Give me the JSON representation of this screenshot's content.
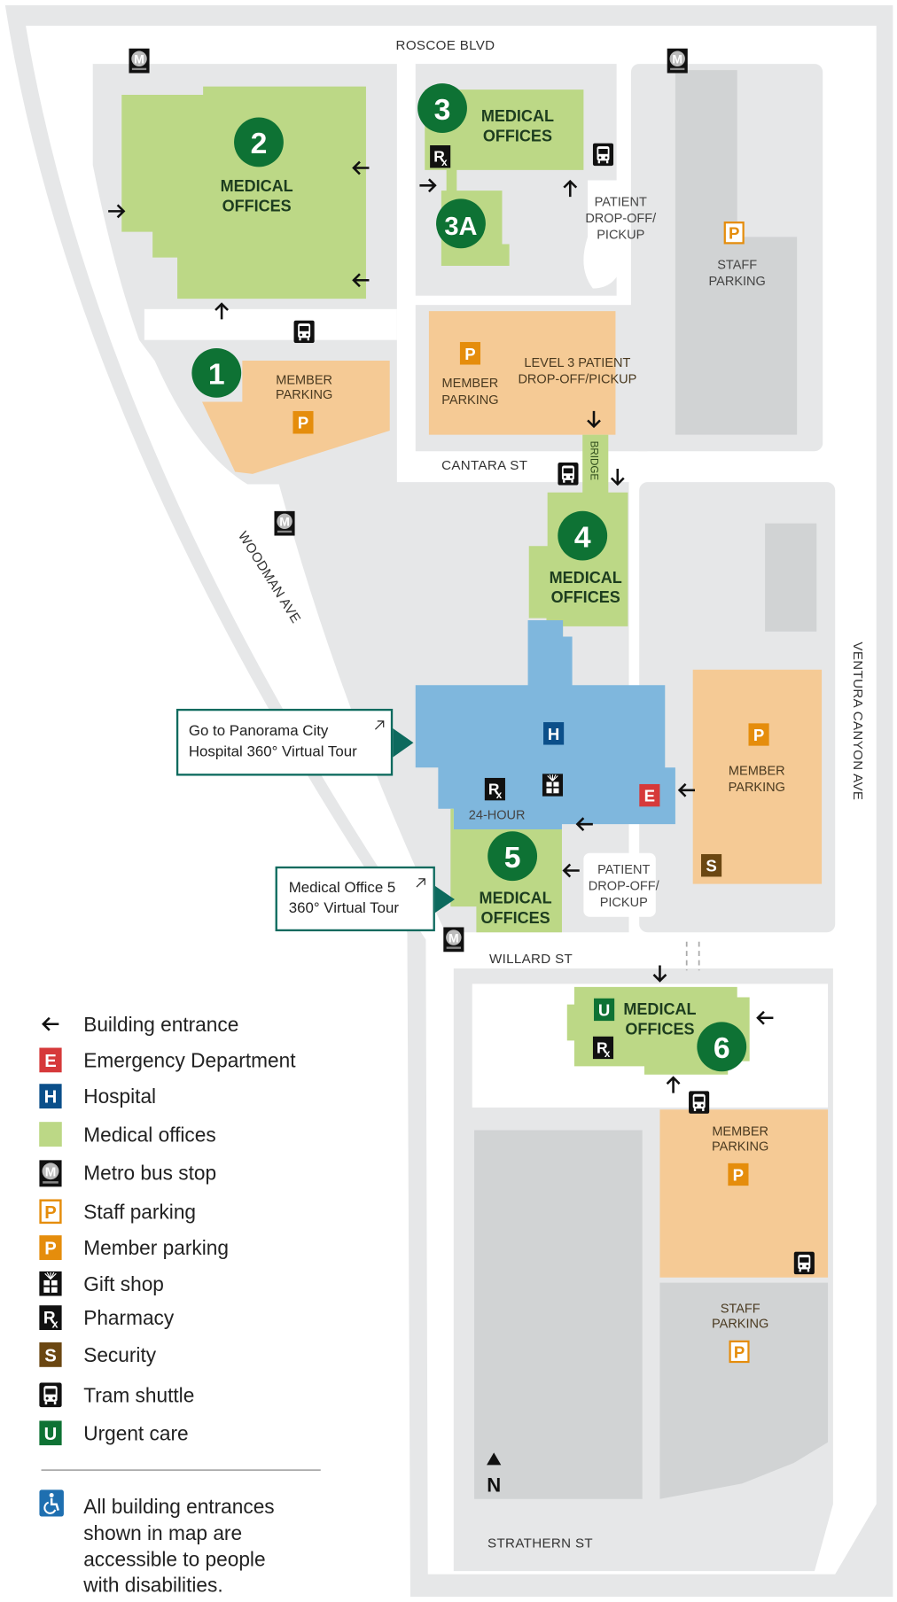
{
  "streets": {
    "roscoe": "ROSCOE BLVD",
    "cantara": "CANTARA ST",
    "woodman": "WOODMAN AVE",
    "ventura": "VENTURA CANYON AVE",
    "willard": "WILLARD ST",
    "strathern": "STRATHERN ST"
  },
  "buildings": {
    "b1": "1",
    "b2": "2",
    "b3": "3",
    "b3a": "3A",
    "b4": "4",
    "b5": "5",
    "b6": "6"
  },
  "labels": {
    "medical": "MEDICAL",
    "offices": "OFFICES",
    "member": "MEMBER",
    "parking": "PARKING",
    "staff": "STAFF",
    "patient": "PATIENT",
    "dropoff": "DROP-OFF/",
    "pickup": "PICKUP",
    "level3_line1": "LEVEL 3 PATIENT",
    "level3_line2": "DROP-OFF/PICKUP",
    "bridge": "BRIDGE",
    "hour24": "24-HOUR"
  },
  "tours": [
    {
      "line1": "Go to Panorama City",
      "line2": "Hospital 360° Virtual Tour"
    },
    {
      "line1": "Medical Office 5",
      "line2": "360° Virtual Tour"
    }
  ],
  "legend": {
    "items": [
      {
        "icon": "arrow-left-icon",
        "label": "Building entrance"
      },
      {
        "icon": "emergency-icon",
        "label": "Emergency Department"
      },
      {
        "icon": "hospital-icon",
        "label": "Hospital"
      },
      {
        "icon": "medical-office-swatch",
        "label": "Medical offices"
      },
      {
        "icon": "metro-icon",
        "label": "Metro bus stop"
      },
      {
        "icon": "staff-parking-icon",
        "label": "Staff parking"
      },
      {
        "icon": "member-parking-icon",
        "label": "Member parking"
      },
      {
        "icon": "gift-shop-icon",
        "label": "Gift shop"
      },
      {
        "icon": "pharmacy-icon",
        "label": "Pharmacy"
      },
      {
        "icon": "security-icon",
        "label": "Security"
      },
      {
        "icon": "tram-icon",
        "label": "Tram shuttle"
      },
      {
        "icon": "urgent-care-icon",
        "label": "Urgent care"
      }
    ],
    "accessibility": [
      "All building entrances",
      "shown in map are",
      "accessible to people",
      "with disabilities."
    ]
  },
  "compass": "N",
  "colors": {
    "road": "#e6e7e8",
    "lot_dark": "#d1d3d4",
    "medical": "#bcd886",
    "hospital": "#7fb7dd",
    "member_parking": "#f5ca95",
    "building_badge": "#0e7234",
    "tour_border": "#0d6a5e"
  }
}
